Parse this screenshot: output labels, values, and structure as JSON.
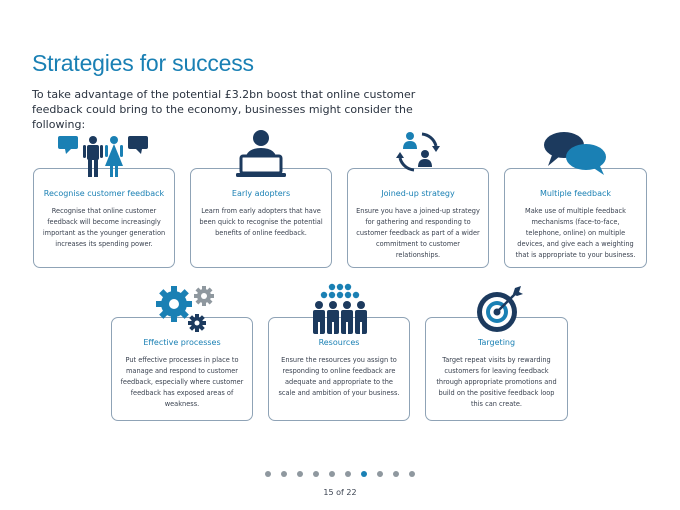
{
  "page": {
    "title": "Strategies for success",
    "intro": "To take advantage of the potential £3.2bn boost that online customer feedback could bring to the economy, businesses might consider the following:"
  },
  "cards": [
    {
      "title": "Recognise customer feedback",
      "text": "Recognise that online customer feedback will become increasingly important as the younger generation increases its spending power.",
      "icon": "people-speech-icon"
    },
    {
      "title": "Early adopters",
      "text": "Learn from early adopters that have been quick to recognise the potential benefits of online feedback.",
      "icon": "person-laptop-icon"
    },
    {
      "title": "Joined-up strategy",
      "text": "Ensure you have a joined-up strategy for gathering and responding to customer feedback as part of a wider commitment to customer relationships.",
      "icon": "cycle-people-icon"
    },
    {
      "title": "Multiple feedback",
      "text": "Make use of multiple feedback mechanisms (face-to-face, telephone, online) on multiple devices, and give each a weighting that is appropriate to your business.",
      "icon": "speech-bubbles-icon"
    },
    {
      "title": "Effective processes",
      "text": "Put effective processes in place to manage and respond to customer feedback, especially where customer feedback has exposed areas of weakness.",
      "icon": "gears-icon"
    },
    {
      "title": "Resources",
      "text": "Ensure the resources you assign to responding to online feedback are adequate and appropriate to the scale and ambition of your business.",
      "icon": "team-icon"
    },
    {
      "title": "Targeting",
      "text": "Target repeat visits by rewarding customers for leaving feedback through appropriate promotions and build on the positive feedback loop this can create.",
      "icon": "target-icon"
    }
  ],
  "pagination": {
    "total_dots": 10,
    "active_dot": 7,
    "label": "15 of 22"
  },
  "colors": {
    "accent": "#1a80b4",
    "navy": "#1c3a5e",
    "gray": "#8f989f"
  }
}
